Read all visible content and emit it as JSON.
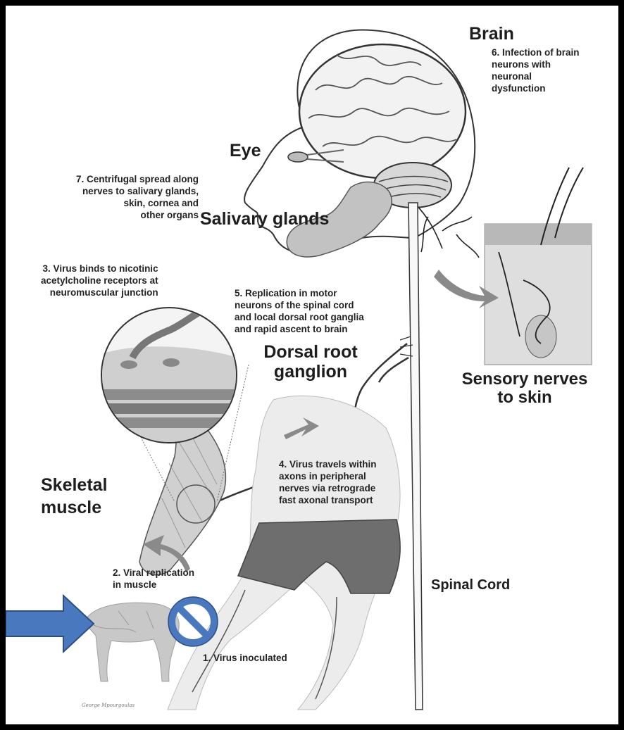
{
  "labels": {
    "brain": "Brain",
    "eye": "Eye",
    "salivary_glands": "Salivary glands",
    "dorsal_root_ganglion": "Dorsal root\nganglion",
    "sensory_nerves": "Sensory nerves\nto skin",
    "skeletal_muscle": "Skeletal\nmuscle",
    "spinal_cord": "Spinal Cord"
  },
  "steps": {
    "step1": "1. Virus inoculated",
    "step2": "2. Viral replication\nin muscle",
    "step3": "3. Virus binds to nicotinic\nacetylcholine receptors at\nneuromuscular junction",
    "step4": "4. Virus travels within\naxons in peripheral\nnerves via retrograde\nfast axonal transport",
    "step5": "5. Replication in motor\nneurons of the spinal cord\nand local dorsal root ganglia\nand rapid ascent to brain",
    "step6": "6. Infection of brain\nneurons with\nneuronal\ndysfunction",
    "step7": "7. Centrifugal spread along\nnerves to salivary glands,\nskin, cornea and\nother organs"
  },
  "signature": "George Mpourgoulas",
  "colors": {
    "frame": "#000000",
    "annotation_blue": "#4a78bf",
    "annotation_blue_border": "#2c4f86",
    "pointer_arrow": "#8a8a8a",
    "shorts": "#6e6e6e"
  },
  "annotations": {
    "arrow_icon": "right-arrow-icon",
    "prohibition_icon": "no-entry-icon"
  }
}
